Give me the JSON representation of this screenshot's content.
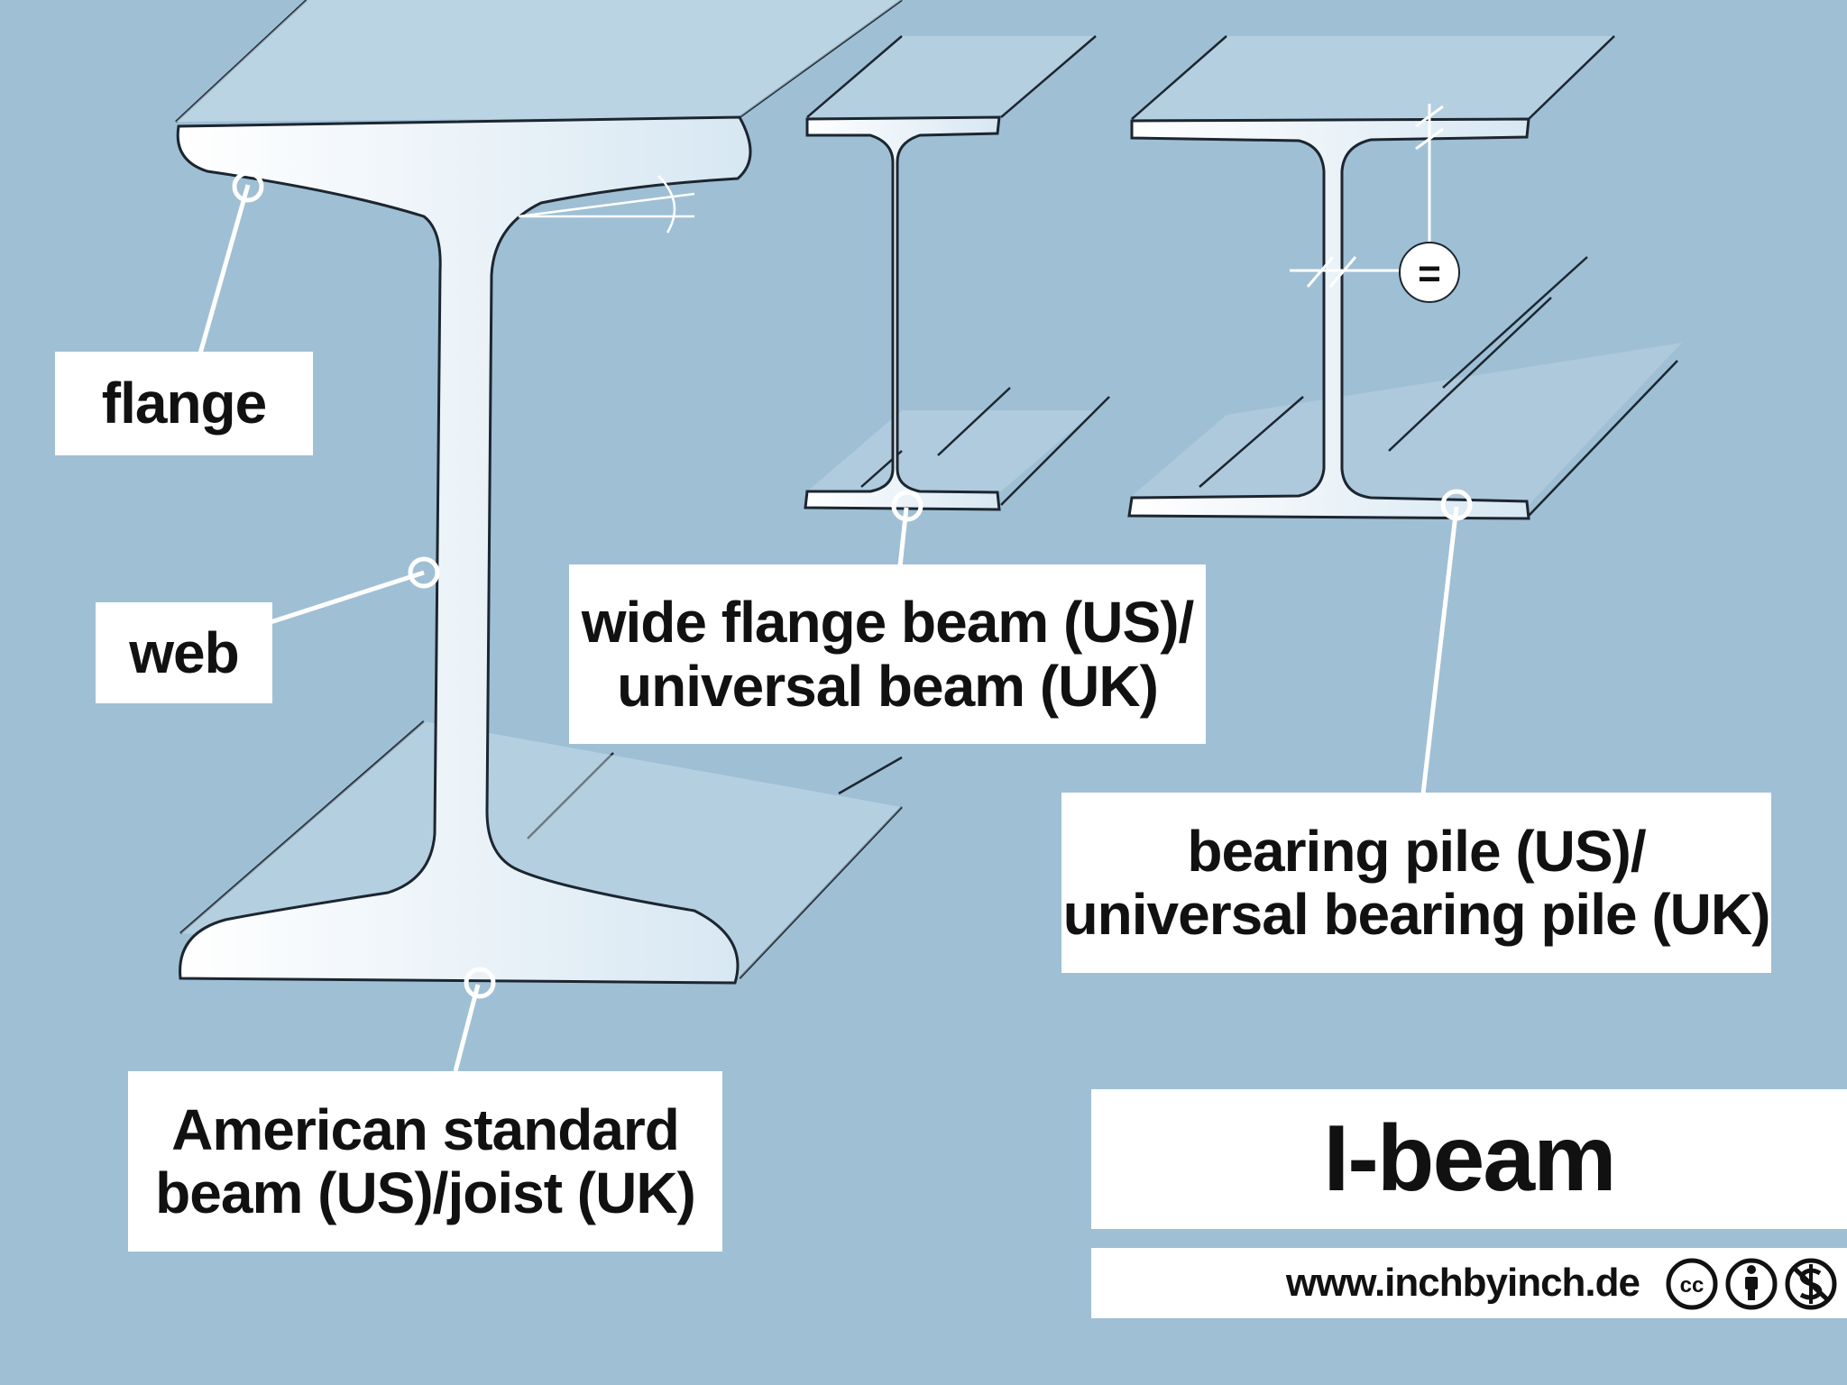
{
  "labels": {
    "flange": "flange",
    "web": "web",
    "american_line1": "American standard",
    "american_line2": "beam (US)/joist (UK)",
    "wide_line1": "wide flange beam (US)/",
    "wide_line2": "universal beam (UK)",
    "bearing_line1": "bearing pile (US)/",
    "bearing_line2": "universal bearing pile (UK)"
  },
  "equal_symbol": "=",
  "title": "I-beam",
  "website": "www.inchbyinch.de",
  "license_icons": [
    "cc-icon",
    "attribution-icon",
    "noncommercial-icon"
  ],
  "license_cc_text": "cc",
  "colors": {
    "background": "#9fbfd4",
    "beam_fill": "#e6f1f8",
    "outline": "#1c2630",
    "leader": "#ffffff",
    "label_bg": "#ffffff"
  }
}
